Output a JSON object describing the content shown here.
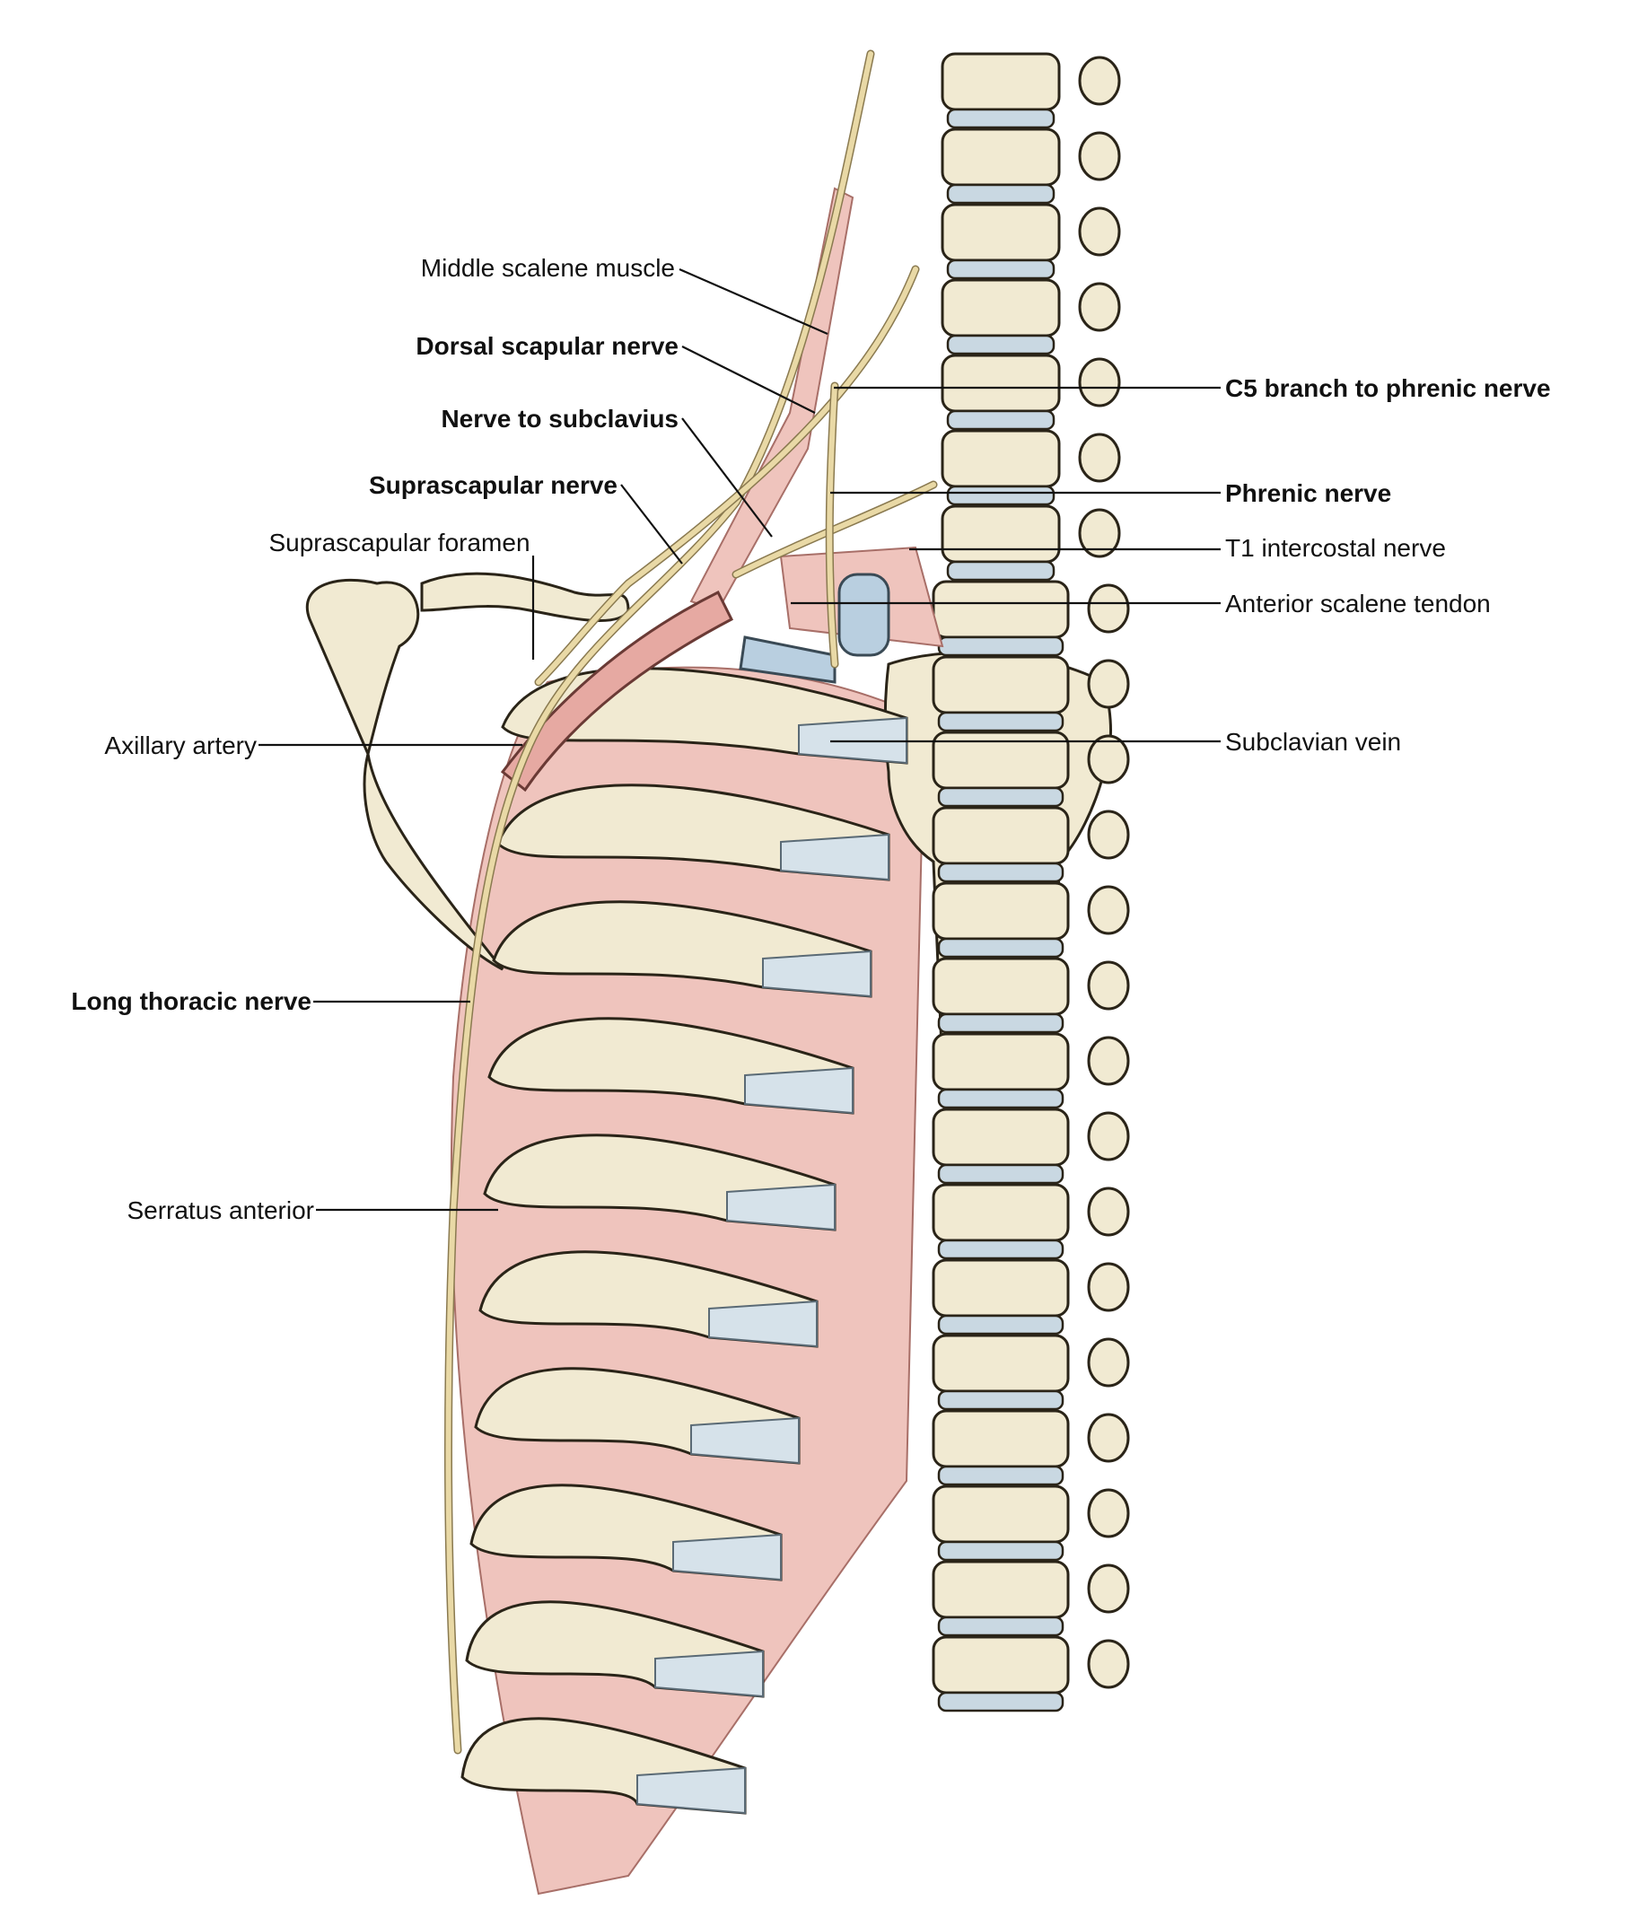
{
  "labels_left": {
    "middle_scalene_muscle": "Middle scalene muscle",
    "dorsal_scapular_nerve": "Dorsal scapular nerve",
    "nerve_to_subclavius": "Nerve to subclavius",
    "suprascapular_nerve": "Suprascapular nerve",
    "suprascapular_foramen": "Suprascapular foramen",
    "axillary_artery": "Axillary artery",
    "long_thoracic_nerve": "Long thoracic nerve",
    "serratus_anterior": "Serratus anterior"
  },
  "labels_right": {
    "c5_branch": "C5 branch to phrenic nerve",
    "phrenic_nerve": "Phrenic nerve",
    "t1_intercostal_nerve": "T1 intercostal nerve",
    "anterior_scalene_tendon": "Anterior scalene tendon",
    "subclavian_vein": "Subclavian vein"
  },
  "colors": {
    "bone": "#f1ead2",
    "muscle": "#efc4bd",
    "cartilage": "#d6e2ea",
    "nerve": "#e9d9a6",
    "vein": "#b9cfe0"
  }
}
